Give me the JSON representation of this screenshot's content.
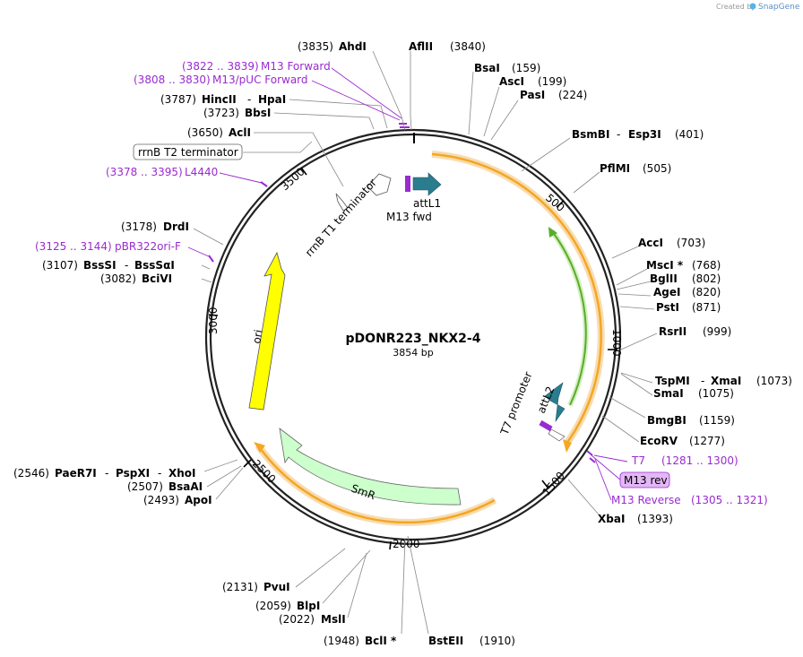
{
  "brand": {
    "created_by": "Created by",
    "product": "SnapGene"
  },
  "plasmid": {
    "name": "pDONR223_NKX2-4",
    "size": "3854 bp"
  },
  "ticks": [
    "500",
    "1000",
    "1500",
    "2000",
    "2500",
    "3000",
    "3500"
  ],
  "sites": [
    {
      "pos": "(3835)",
      "name": "AhdI"
    },
    {
      "pos": "(3840)",
      "name": "AflII"
    },
    {
      "pos": "(159)",
      "name": "BsaI"
    },
    {
      "pos": "(199)",
      "name": "AscI"
    },
    {
      "pos": "(224)",
      "name": "PasI"
    },
    {
      "pos": "(401)",
      "name": "BsmBI",
      "name2": "Esp3I"
    },
    {
      "pos": "(505)",
      "name": "PflMI"
    },
    {
      "pos": "(703)",
      "name": "AccI"
    },
    {
      "pos": "(768)",
      "name": "MscI *"
    },
    {
      "pos": "(802)",
      "name": "BglII"
    },
    {
      "pos": "(820)",
      "name": "AgeI"
    },
    {
      "pos": "(871)",
      "name": "PstI"
    },
    {
      "pos": "(999)",
      "name": "RsrII"
    },
    {
      "pos": "(1073)",
      "name": "TspMI",
      "name2": "XmaI"
    },
    {
      "pos": "(1075)",
      "name": "SmaI"
    },
    {
      "pos": "(1159)",
      "name": "BmgBI"
    },
    {
      "pos": "(1277)",
      "name": "EcoRV"
    },
    {
      "pos": "(1393)",
      "name": "XbaI"
    },
    {
      "pos": "(1910)",
      "name": "BstEII"
    },
    {
      "pos": "(1948)",
      "name": "BclI *"
    },
    {
      "pos": "(2022)",
      "name": "MslI"
    },
    {
      "pos": "(2059)",
      "name": "BlpI"
    },
    {
      "pos": "(2131)",
      "name": "PvuI"
    },
    {
      "pos": "(2493)",
      "name": "ApoI"
    },
    {
      "pos": "(2507)",
      "name": "BsaAI"
    },
    {
      "pos": "(2546)",
      "name": "PaeR7I",
      "name2": "PspXI",
      "name3": "XhoI"
    },
    {
      "pos": "(3082)",
      "name": "BciVI"
    },
    {
      "pos": "(3107)",
      "name": "BssSI",
      "name2": "BssSαI"
    },
    {
      "pos": "(3178)",
      "name": "DrdI"
    },
    {
      "pos": "(3650)",
      "name": "AclI"
    },
    {
      "pos": "(3723)",
      "name": "BbsI"
    },
    {
      "pos": "(3787)",
      "name": "HincII",
      "name2": "HpaI"
    }
  ],
  "primers": [
    {
      "range": "(3822 .. 3839)",
      "name": "M13 Forward"
    },
    {
      "range": "(3808 .. 3830)",
      "name": "M13/pUC Forward"
    },
    {
      "range": "(3378 .. 3395)",
      "name": "L4440"
    },
    {
      "range": "(3125 .. 3144)",
      "name": "pBR322ori-F"
    },
    {
      "range": "(1281 .. 1300)",
      "name": "T7"
    },
    {
      "range": "(1305 .. 1321)",
      "name": "M13 Reverse"
    }
  ],
  "features": {
    "rrnb_t2": "rrnB T2 terminator",
    "rrnb_t1": "rrnB T1 terminator",
    "attl1": "attL1",
    "m13fwd": "M13 fwd",
    "attl2": "attL2",
    "t7prom": "T7 promoter",
    "m13rev": "M13 rev",
    "ori": "ori",
    "smr": "SmR"
  },
  "colors": {
    "backbone": "#222222",
    "orf_orange": "#f5a623",
    "orf_glow": "#f7dcb0",
    "ori": "#ffff00",
    "smr": "#ccffcc",
    "green": "#5aac2b",
    "att": "#2a7d8e",
    "primer": "#9a2bd0"
  }
}
